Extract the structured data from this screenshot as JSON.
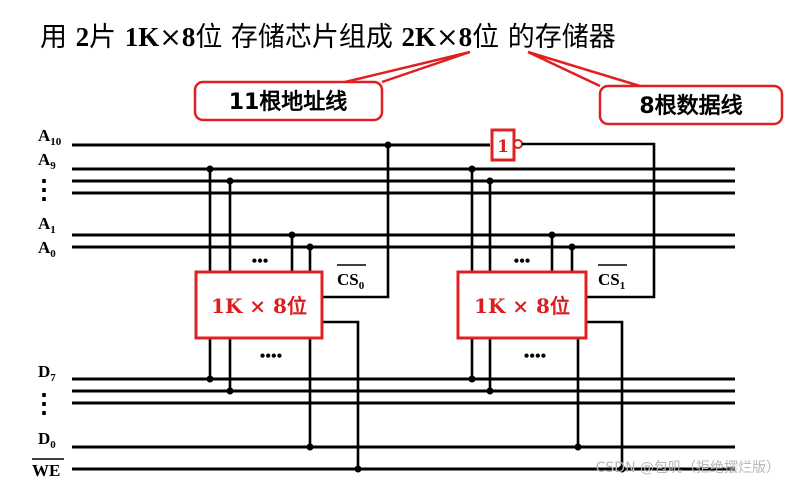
{
  "title": {
    "part1": "用 ",
    "n_chips": "2",
    "part2": "片 ",
    "chip_spec": "1K",
    "times1": "×",
    "bits1": "8",
    "part3": "位 存储芯片组成 ",
    "mem_spec": "2K",
    "times2": "×",
    "bits2": "8",
    "part4": "位 的存储器"
  },
  "callouts": {
    "address_lines": "11根地址线",
    "data_lines": "8根数据线"
  },
  "signals": {
    "a_main": "A",
    "a10_sub": "10",
    "a9_sub": "9",
    "a1_sub": "1",
    "a0_sub": "0",
    "d_main": "D",
    "d7_sub": "7",
    "d0_sub": "0",
    "we": "WE",
    "cs_main": "CS",
    "cs0_sub": "0",
    "cs1_sub": "1"
  },
  "chips": [
    {
      "label": "1K × 8位"
    },
    {
      "label": "1K × 8位"
    }
  ],
  "inverter": {
    "label": "1"
  },
  "ellipsis": {
    "vertical": "⋮",
    "three": "•••",
    "four": "••••"
  },
  "watermark": "CSDN @包叽（拒绝摆烂版）",
  "colors": {
    "accent": "#e02020",
    "wire": "#000000",
    "watermark": "#b8b8b8"
  }
}
